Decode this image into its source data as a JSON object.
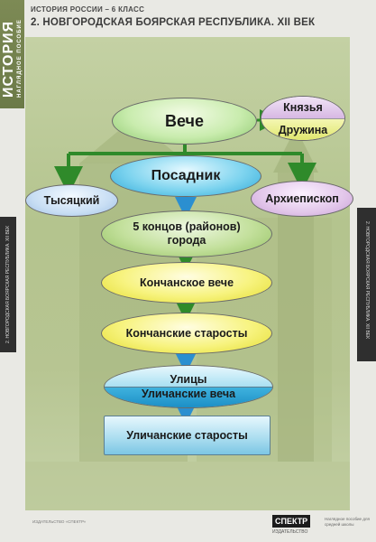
{
  "header": {
    "side_title": "ИСТОРИЯ",
    "side_subtitle": "НАГЛЯДНОЕ ПОСОБИЕ",
    "grade": "ИСТОРИЯ РОССИИ – 6 КЛАСС",
    "title": "2. НОВГОРОДСКАЯ БОЯРСКАЯ РЕСПУБЛИКА. XII ВЕК"
  },
  "side_caption": "2. НОВГОРОДСКАЯ БОЯРСКАЯ РЕСПУБЛИКА. XII ВЕК",
  "nodes": {
    "veche": "Вече",
    "knyazya": "Князья",
    "druzhina": "Дружина",
    "posadnik": "Посадник",
    "tysyatsky": "Тысяцкий",
    "arhiepiskop": "Архиепископ",
    "kontsy_line1": "5 концов (районов)",
    "kontsy_line2": "города",
    "konchanskoe_veche": "Кончанское вече",
    "konchanskie_starosty": "Кончанские старосты",
    "ulitsy": "Улицы",
    "ulichanskie_vecha": "Уличанские веча",
    "ulichanskie_starosty": "Уличанские старосты"
  },
  "footer": {
    "logo": "СПЕКТР",
    "logo_sub": "ИЗДАТЕЛЬСТВО",
    "small_text": "Наглядное пособие для средней школы",
    "left_text": "ИЗДАТЕЛЬСТВО «СПЕКТР»"
  },
  "colors": {
    "arrow_green": "#2f8a2a",
    "arrow_blue": "#2b8fd0",
    "panel": "#b7c592"
  }
}
